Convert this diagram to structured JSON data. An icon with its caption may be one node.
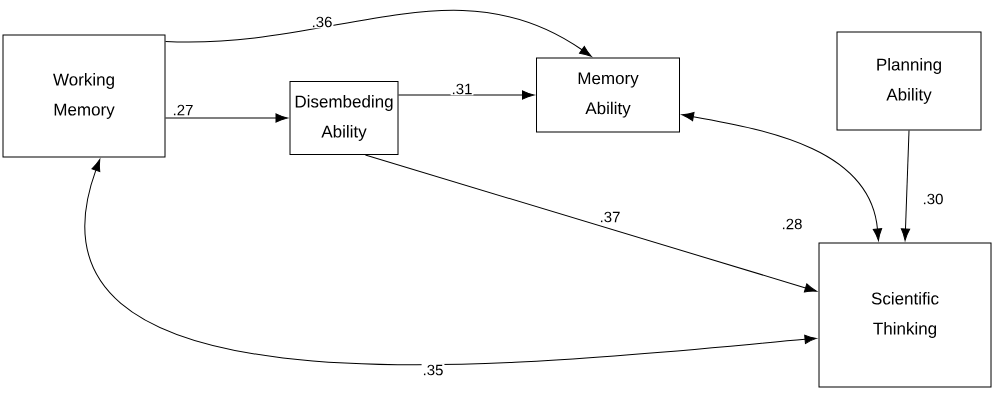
{
  "diagram": {
    "nodes": [
      {
        "text": [
          "Working Memory"
        ]
      },
      {
        "text": [
          "Disembeding Ability"
        ]
      },
      {
        "text": [
          "Memory Ability"
        ]
      },
      {
        "text": [
          "Planning Ability"
        ]
      },
      {
        "text": [
          "Scientific Thinking"
        ]
      }
    ],
    "edges": [
      {
        "from": 0,
        "to": 2,
        "arrow": "to",
        "label": ".36"
      },
      {
        "from": 0,
        "to": 1,
        "arrow": "to",
        "label": ".27"
      },
      {
        "from": 1,
        "to": 2,
        "arrow": "to",
        "label": ".31"
      },
      {
        "from": 1,
        "to": 4,
        "arrow": "to",
        "label": ".37"
      },
      {
        "from": 2,
        "to": 4,
        "arrow": "both",
        "label": ".28"
      },
      {
        "from": 3,
        "to": 4,
        "arrow": "to",
        "label": ".30"
      },
      {
        "from": 0,
        "to": 4,
        "arrow": "both",
        "label": ".35"
      }
    ]
  }
}
